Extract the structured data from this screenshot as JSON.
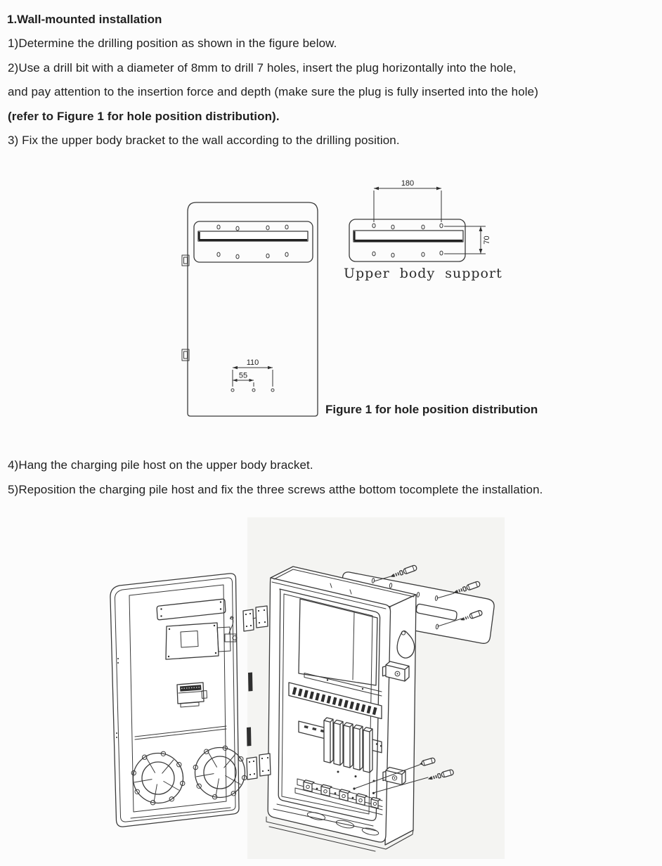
{
  "doc": {
    "title": "1.Wall-mounted installation",
    "lines": [
      "1)Determine the drilling position as shown in the figure below.",
      "2)Use a drill bit with a diameter of 8mm to drill 7 holes, insert the plug horizontally into the hole,",
      "and pay attention to the insertion force and depth (make sure the plug is fully inserted into the hole)",
      "(refer to Figure 1 for hole position distribution).",
      "3) Fix the upper body bracket to the wall according to the drilling position."
    ],
    "follow_steps": [
      "4)Hang the charging pile host on the upper body bracket.",
      "5)Reposition the charging pile host and fix the three screws atthe bottom tocomplete the installation."
    ]
  },
  "figure1": {
    "support_label": "Upper body support",
    "caption": "Figure 1 for hole position distribution",
    "dims": {
      "d180": "180",
      "d70": "70",
      "d110": "110",
      "d55": "55"
    }
  },
  "colors": {
    "ink": "#1f1f1f",
    "line": "#3a3a3a",
    "paper": "#fcfcfc"
  }
}
